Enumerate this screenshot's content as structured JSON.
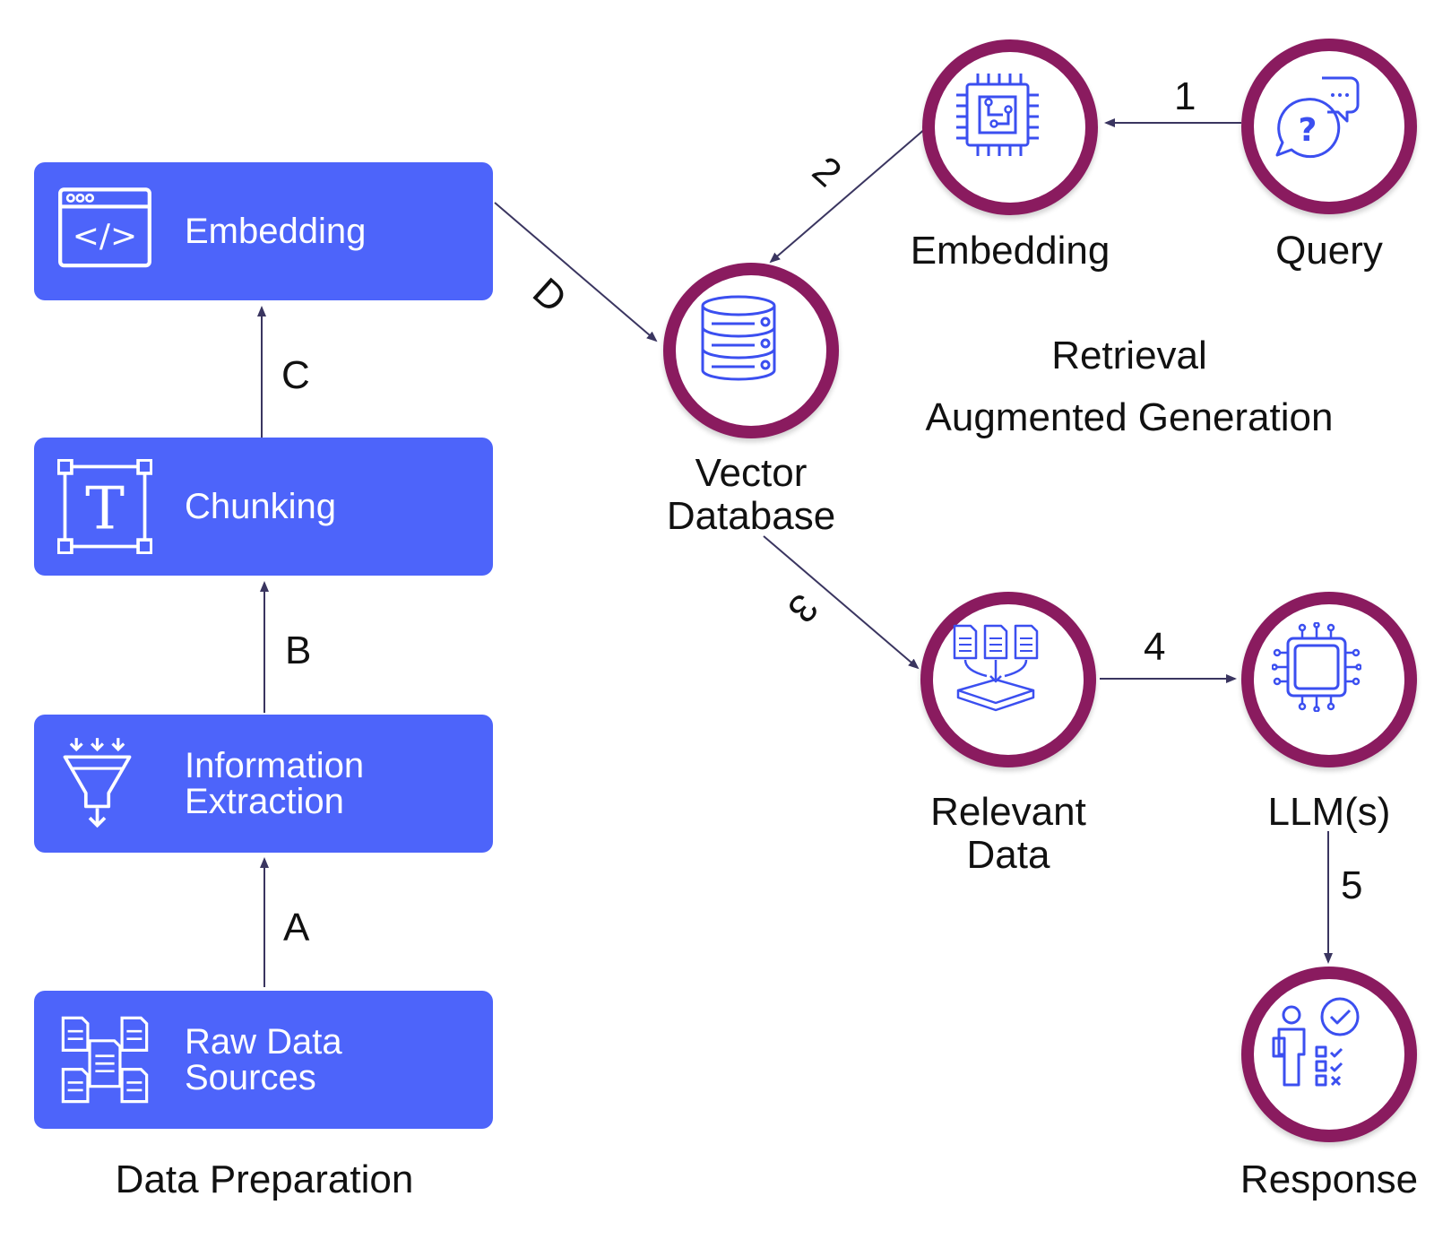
{
  "prep": {
    "title": "Data Preparation",
    "boxes": [
      {
        "label": "Embedding",
        "icon": "code-window-icon"
      },
      {
        "label": "Chunking",
        "icon": "text-frame-icon"
      },
      {
        "label": "Information\nExtraction",
        "icon": "funnel-icon"
      },
      {
        "label": "Raw Data\nSources",
        "icon": "documents-icon"
      }
    ],
    "steps": [
      "A",
      "B",
      "C",
      "D"
    ]
  },
  "rag": {
    "title_line1": "Retrieval",
    "title_line2": "Augmented Generation",
    "nodes": {
      "query": "Query",
      "embedding": "Embedding",
      "vector_db": "Vector\nDatabase",
      "relevant_data": "Relevant\nData",
      "llm": "LLM(s)",
      "response": "Response"
    },
    "steps": [
      "1",
      "2",
      "3",
      "4",
      "5"
    ]
  },
  "colors": {
    "box": "#4d64fa",
    "ring": "#8a1b5f",
    "icon": "#3b4ff0",
    "arrow": "#3a3560"
  }
}
